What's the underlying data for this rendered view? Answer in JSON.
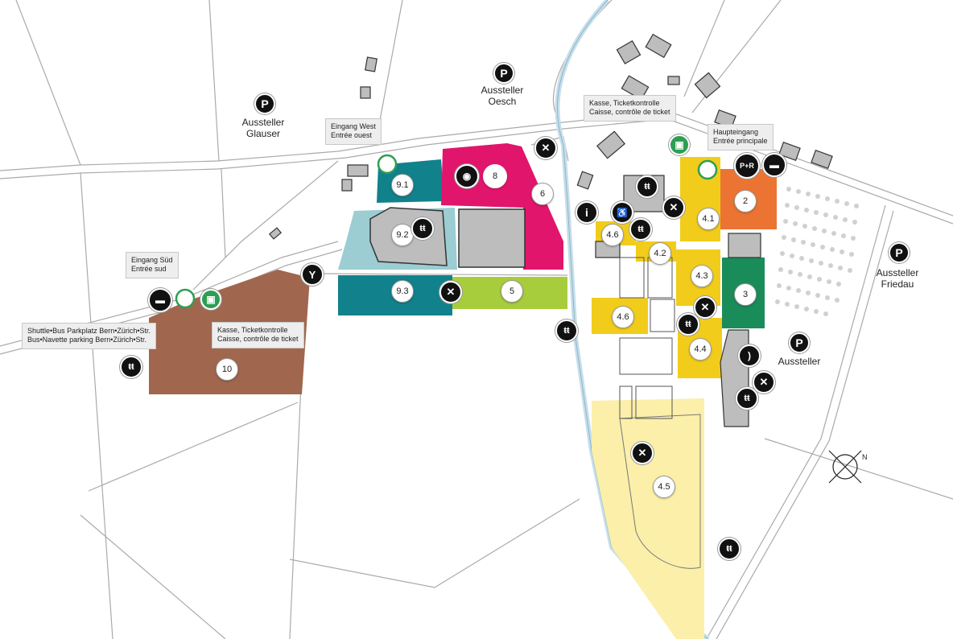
{
  "parking": {
    "glauser": "Aussteller\nGlauser",
    "oesch": "Aussteller\nOesch",
    "friedau": "Aussteller\nFriedau",
    "aussteller": "Aussteller",
    "symbol": "P"
  },
  "callouts": {
    "eingang_west": "Eingang West\nEntrée ouest",
    "kasse_top": "Kasse, Ticketkontrolle\nCaisse, contrôle de ticket",
    "haupteingang": "Haupteingang\nEntrée principale",
    "eingang_sued": "Eingang Süd\nEntrée sud",
    "shuttle": "Shuttle•Bus Parkplatz Bern•Zürich•Str.\nBus•Navette parking Bern•Zürich•Str.",
    "kasse_left": "Kasse, Ticketkontrolle\nCaisse, contrôle de ticket"
  },
  "areas": {
    "a2": "2",
    "a3": "3",
    "a41": "4.1",
    "a42": "4.2",
    "a43": "4.3",
    "a44": "4.4",
    "a45": "4.5",
    "a46a": "4.6",
    "a46b": "4.6",
    "a5": "5",
    "a6": "6",
    "a8": "8",
    "a91": "9.1",
    "a92": "9.2",
    "a93": "9.3",
    "a10": "10"
  },
  "icons": {
    "pr": "P+R",
    "info": "i",
    "compass_n": "N"
  },
  "colors": {
    "teal": "#11818c",
    "light_teal": "#9bcdd3",
    "magenta": "#e0156b",
    "blue": "#1e63b0",
    "lime": "#a7cc3c",
    "yellow": "#f2cc1b",
    "light_yellow": "#fbefaa",
    "orange": "#ec7432",
    "green": "#1a8c5a",
    "brown": "#a0674e",
    "river": "#c6dfeb",
    "entrance_green": "#2e9e52"
  }
}
